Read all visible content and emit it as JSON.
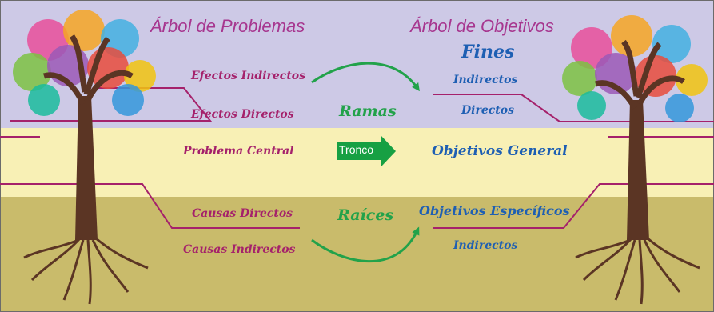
{
  "titles": {
    "problems": "Árbol de Problemas",
    "objectives": "Árbol de Objetivos"
  },
  "problems": {
    "effects_indirect": "Efectos Indirectos",
    "effects_direct": "Efectos Directos",
    "central_problem": "Problema Central",
    "causes_direct": "Causas Directos",
    "causes_indirect": "Causas Indirectos"
  },
  "tree_parts": {
    "branches": "Ramas",
    "trunk": "Tronco",
    "roots": "Raíces"
  },
  "objectives": {
    "ends": "Fines",
    "ends_indirect": "Indirectos",
    "ends_direct": "Directos",
    "general": "Objetivos General",
    "specific": "Objetivos Específicos",
    "specific_indirect": "Indirectos"
  },
  "colors": {
    "sky": "#cdc9e6",
    "band": "#f8f0b5",
    "ground": "#c9bb6b",
    "connector": "#a5216b",
    "arrow": "#22a24a",
    "trunk": "#5b3524"
  }
}
